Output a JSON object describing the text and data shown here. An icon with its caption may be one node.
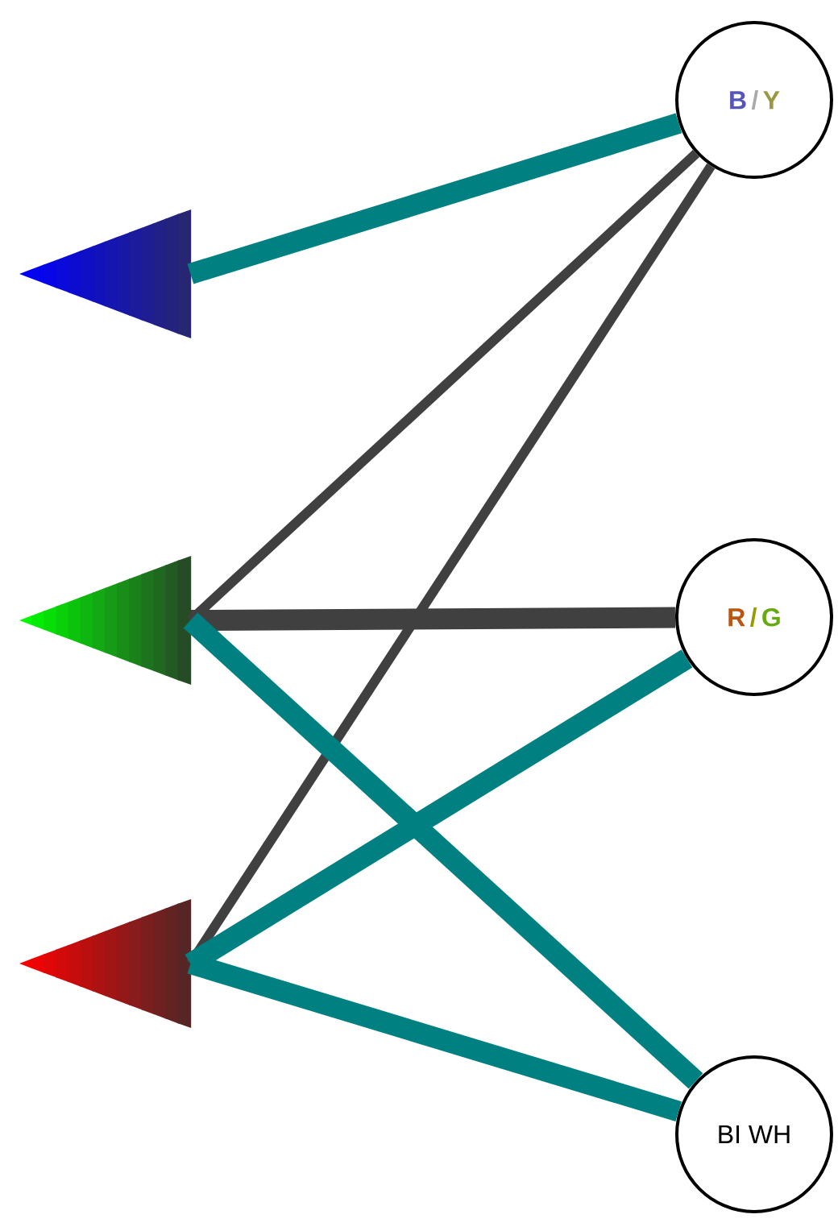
{
  "diagram": {
    "nodes": [
      {
        "text": [],
        "shape": "triangle"
      },
      {
        "text": [],
        "shape": "triangle"
      },
      {
        "text": [],
        "shape": "triangle"
      },
      {
        "text": [
          "B",
          "/",
          "Y"
        ]
      },
      {
        "text": [
          "R",
          "/",
          "G"
        ]
      },
      {
        "text": [
          "BI WH"
        ]
      }
    ],
    "edges": [
      {
        "from": 0,
        "to": 3,
        "arrow": "none"
      },
      {
        "from": 1,
        "to": 3,
        "arrow": "none",
        "color": "#404040"
      },
      {
        "from": 2,
        "to": 3,
        "arrow": "none",
        "color": "#404040"
      },
      {
        "from": 1,
        "to": 4,
        "arrow": "none",
        "color": "#404040"
      },
      {
        "from": 2,
        "to": 4,
        "arrow": "none"
      },
      {
        "from": 1,
        "to": 5,
        "arrow": "none"
      },
      {
        "from": 2,
        "to": 5,
        "arrow": "none"
      }
    ]
  }
}
